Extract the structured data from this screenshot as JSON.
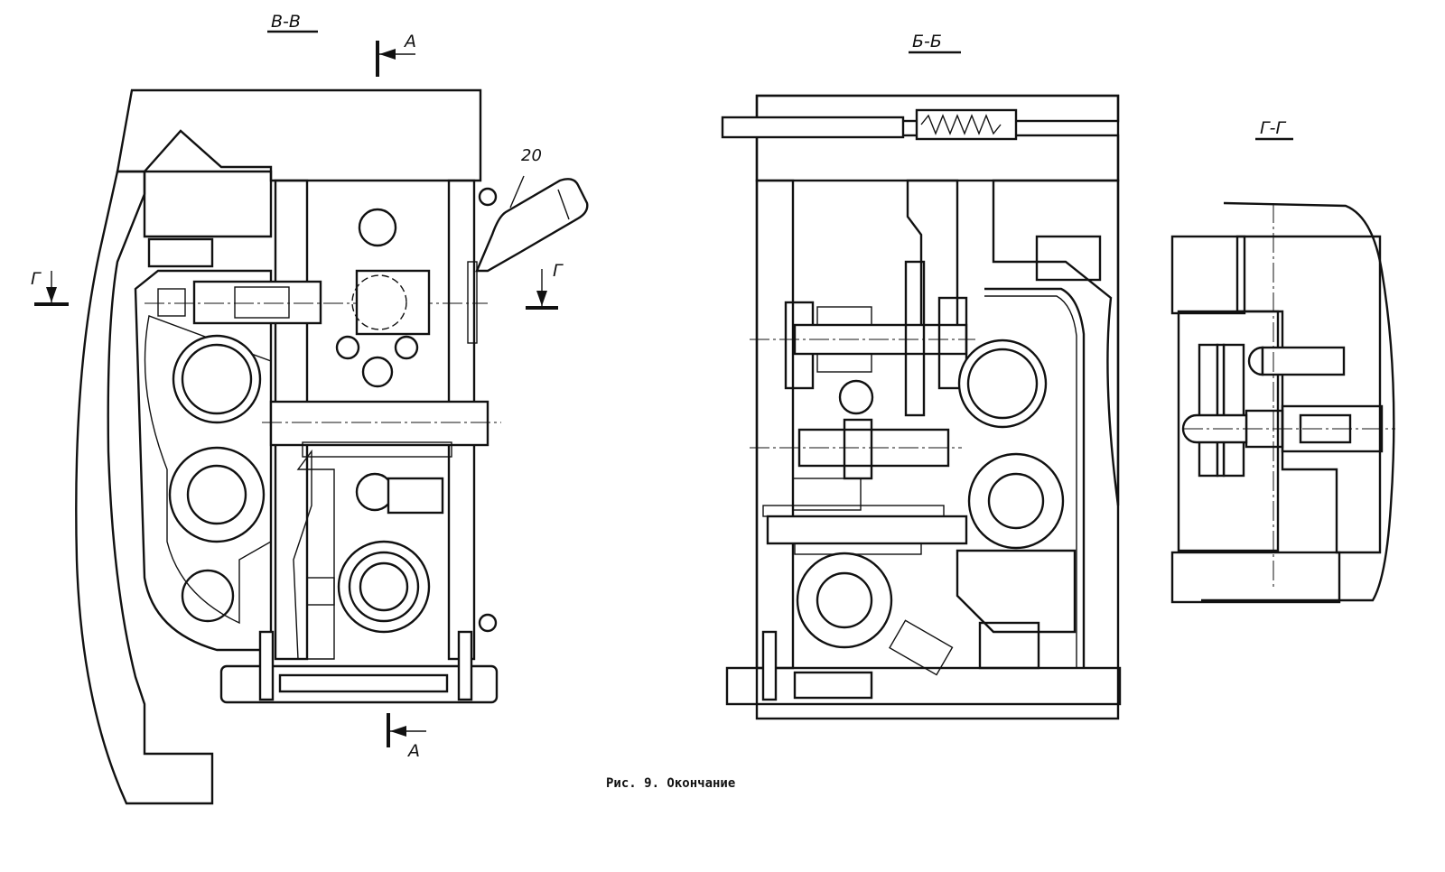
{
  "figure": {
    "caption": "Рис. 9. Окончание",
    "views": [
      {
        "id": "view-v-v",
        "title": "В-В"
      },
      {
        "id": "view-b-b",
        "title": "Б-Б"
      },
      {
        "id": "view-g-g",
        "title": "Г-Г"
      }
    ],
    "section_markers": {
      "a_top": "А",
      "a_bottom": "А",
      "g_left": "Г",
      "g_right": "Г"
    },
    "callouts": [
      {
        "id": "handle",
        "label": "20"
      }
    ]
  }
}
